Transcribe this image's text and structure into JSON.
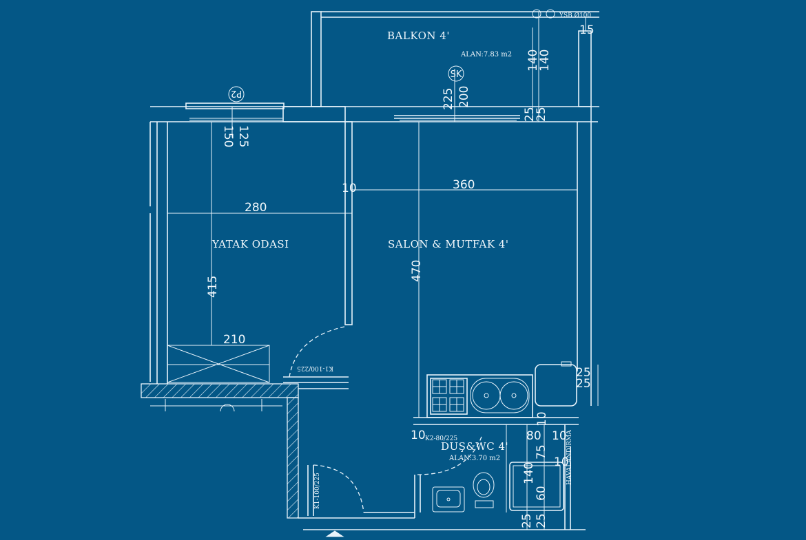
{
  "rooms": {
    "balkon": "BALKON 4'",
    "balkon_area": "ALAN:7.83 m2",
    "yatak": "YATAK  ODASI",
    "salon": "SALON & MUTFAK 4'",
    "dus": "DUŞ&WC 4'",
    "dus_area": "ALAN:3.70 m2"
  },
  "tags": {
    "sk": "SK",
    "p2": "P2",
    "ysb": "YSB Ø100",
    "havalandirma": "HAVALANDIRMA",
    "k1_top": "K1-100/225",
    "k1_side": "K1-100/225",
    "k2": "K2-80/225"
  },
  "dims": {
    "d140a": "140",
    "d140b": "140",
    "d15": "15",
    "d225": "225",
    "d200": "200",
    "d25a": "25",
    "d25b": "25",
    "d150": "150",
    "d125": "125",
    "d10a": "10",
    "d360": "360",
    "d280": "280",
    "d470": "470",
    "d415": "415",
    "d210": "210",
    "d25c": "25",
    "d25d": "25",
    "d10b": "10",
    "d10c": "10",
    "d80": "80",
    "d10d": "10",
    "d75": "75",
    "d10e": "10",
    "d140c": "140",
    "d60": "60",
    "d25e": "25",
    "d25f": "25"
  }
}
